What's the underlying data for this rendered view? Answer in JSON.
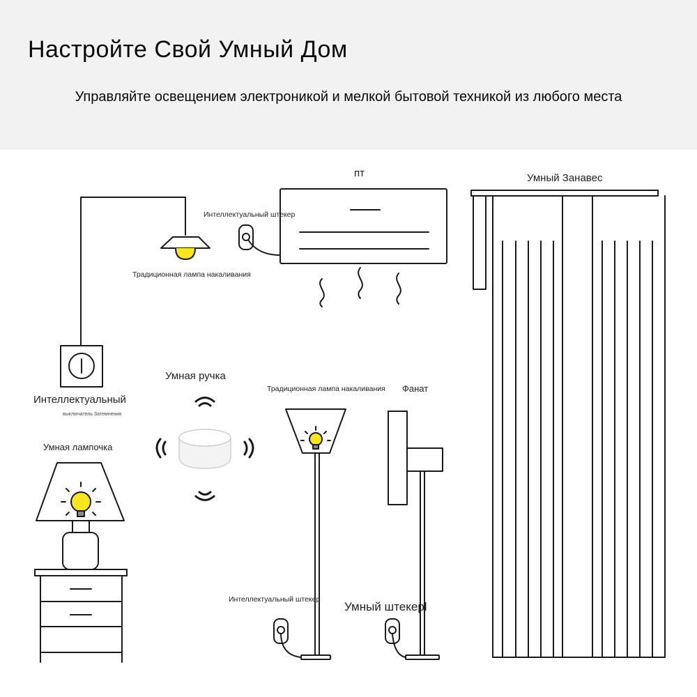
{
  "header": {
    "title": "Настройте Свой Умный Дом",
    "subtitle": "Управляйте освещением электроникой и мелкой бытовой техникой из любого места"
  },
  "labels": {
    "ac": "пт",
    "curtain": "Умный Занавес",
    "plug_ac": "Интеллектуальный штекер",
    "ceiling_lamp": "Традиционная лампа накаливания",
    "switch": "Интеллектуальный",
    "switch_sub": "выключатель Затемнения",
    "knob": "Умная ручка",
    "floor_lamp": "Традиционная лампа накаливания",
    "fan": "Фанат",
    "smart_bulb": "Умная лампочка",
    "plug_floor": "Интеллектуальный штекер",
    "plug_fan": "Умный штекерl"
  },
  "colors": {
    "header_bg": "#f2f2f2",
    "line": "#1a1a1a",
    "bulb": "#f7e51e",
    "knob_body": "#f3f3f3"
  },
  "icons": [
    "ceiling-lamp-icon",
    "air-conditioner-icon",
    "smart-plug-icon",
    "dimmer-switch-icon",
    "smart-knob-icon",
    "wifi-signal-icon",
    "floor-lamp-icon",
    "fan-icon",
    "table-lamp-icon",
    "nightstand-icon",
    "curtain-icon"
  ]
}
